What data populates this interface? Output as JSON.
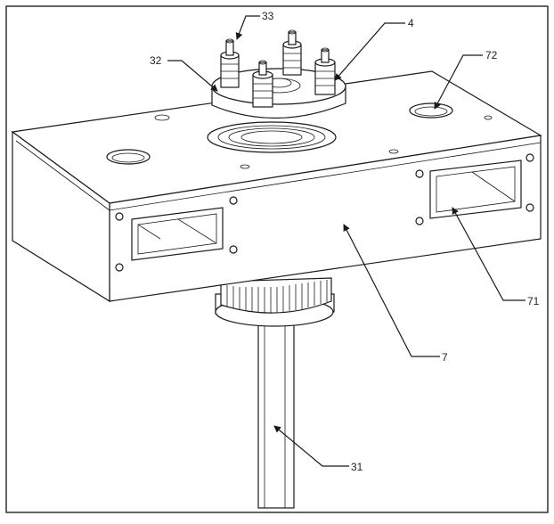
{
  "labels": {
    "l33": "33",
    "l4": "4",
    "l32": "32",
    "l72": "72",
    "l71": "71",
    "l7": "7",
    "l31": "31"
  }
}
